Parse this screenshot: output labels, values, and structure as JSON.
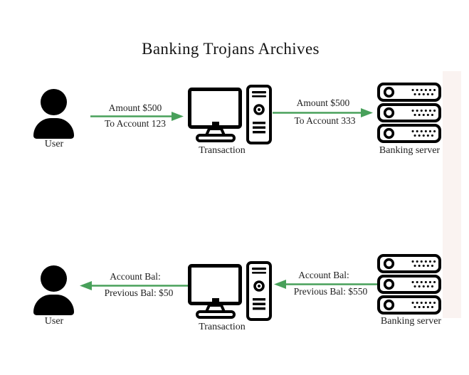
{
  "title": "Banking Trojans Archives",
  "colors": {
    "ink": "#000000",
    "arrow_green": "#48a05a",
    "band_pink": "#faf3f1",
    "text": "#1e1e1e"
  },
  "top_flow": {
    "user_label": "User",
    "arrow_user_to_transaction": {
      "direction": "right",
      "text_above": "Amount $500",
      "text_below": "To Account 123"
    },
    "transaction_label": "Transaction",
    "arrow_transaction_to_server": {
      "direction": "right",
      "text_above": "Amount $500",
      "text_below": "To Account 333"
    },
    "server_label": "Banking server"
  },
  "bottom_flow": {
    "user_label": "User",
    "arrow_transaction_to_user": {
      "direction": "left",
      "text_above": "Account Bal:",
      "text_below": "Previous Bal: $50"
    },
    "transaction_label": "Transaction",
    "arrow_server_to_transaction": {
      "direction": "left",
      "text_above": "Account Bal:",
      "text_below": "Previous Bal: $550"
    },
    "server_label": "Banking server"
  }
}
